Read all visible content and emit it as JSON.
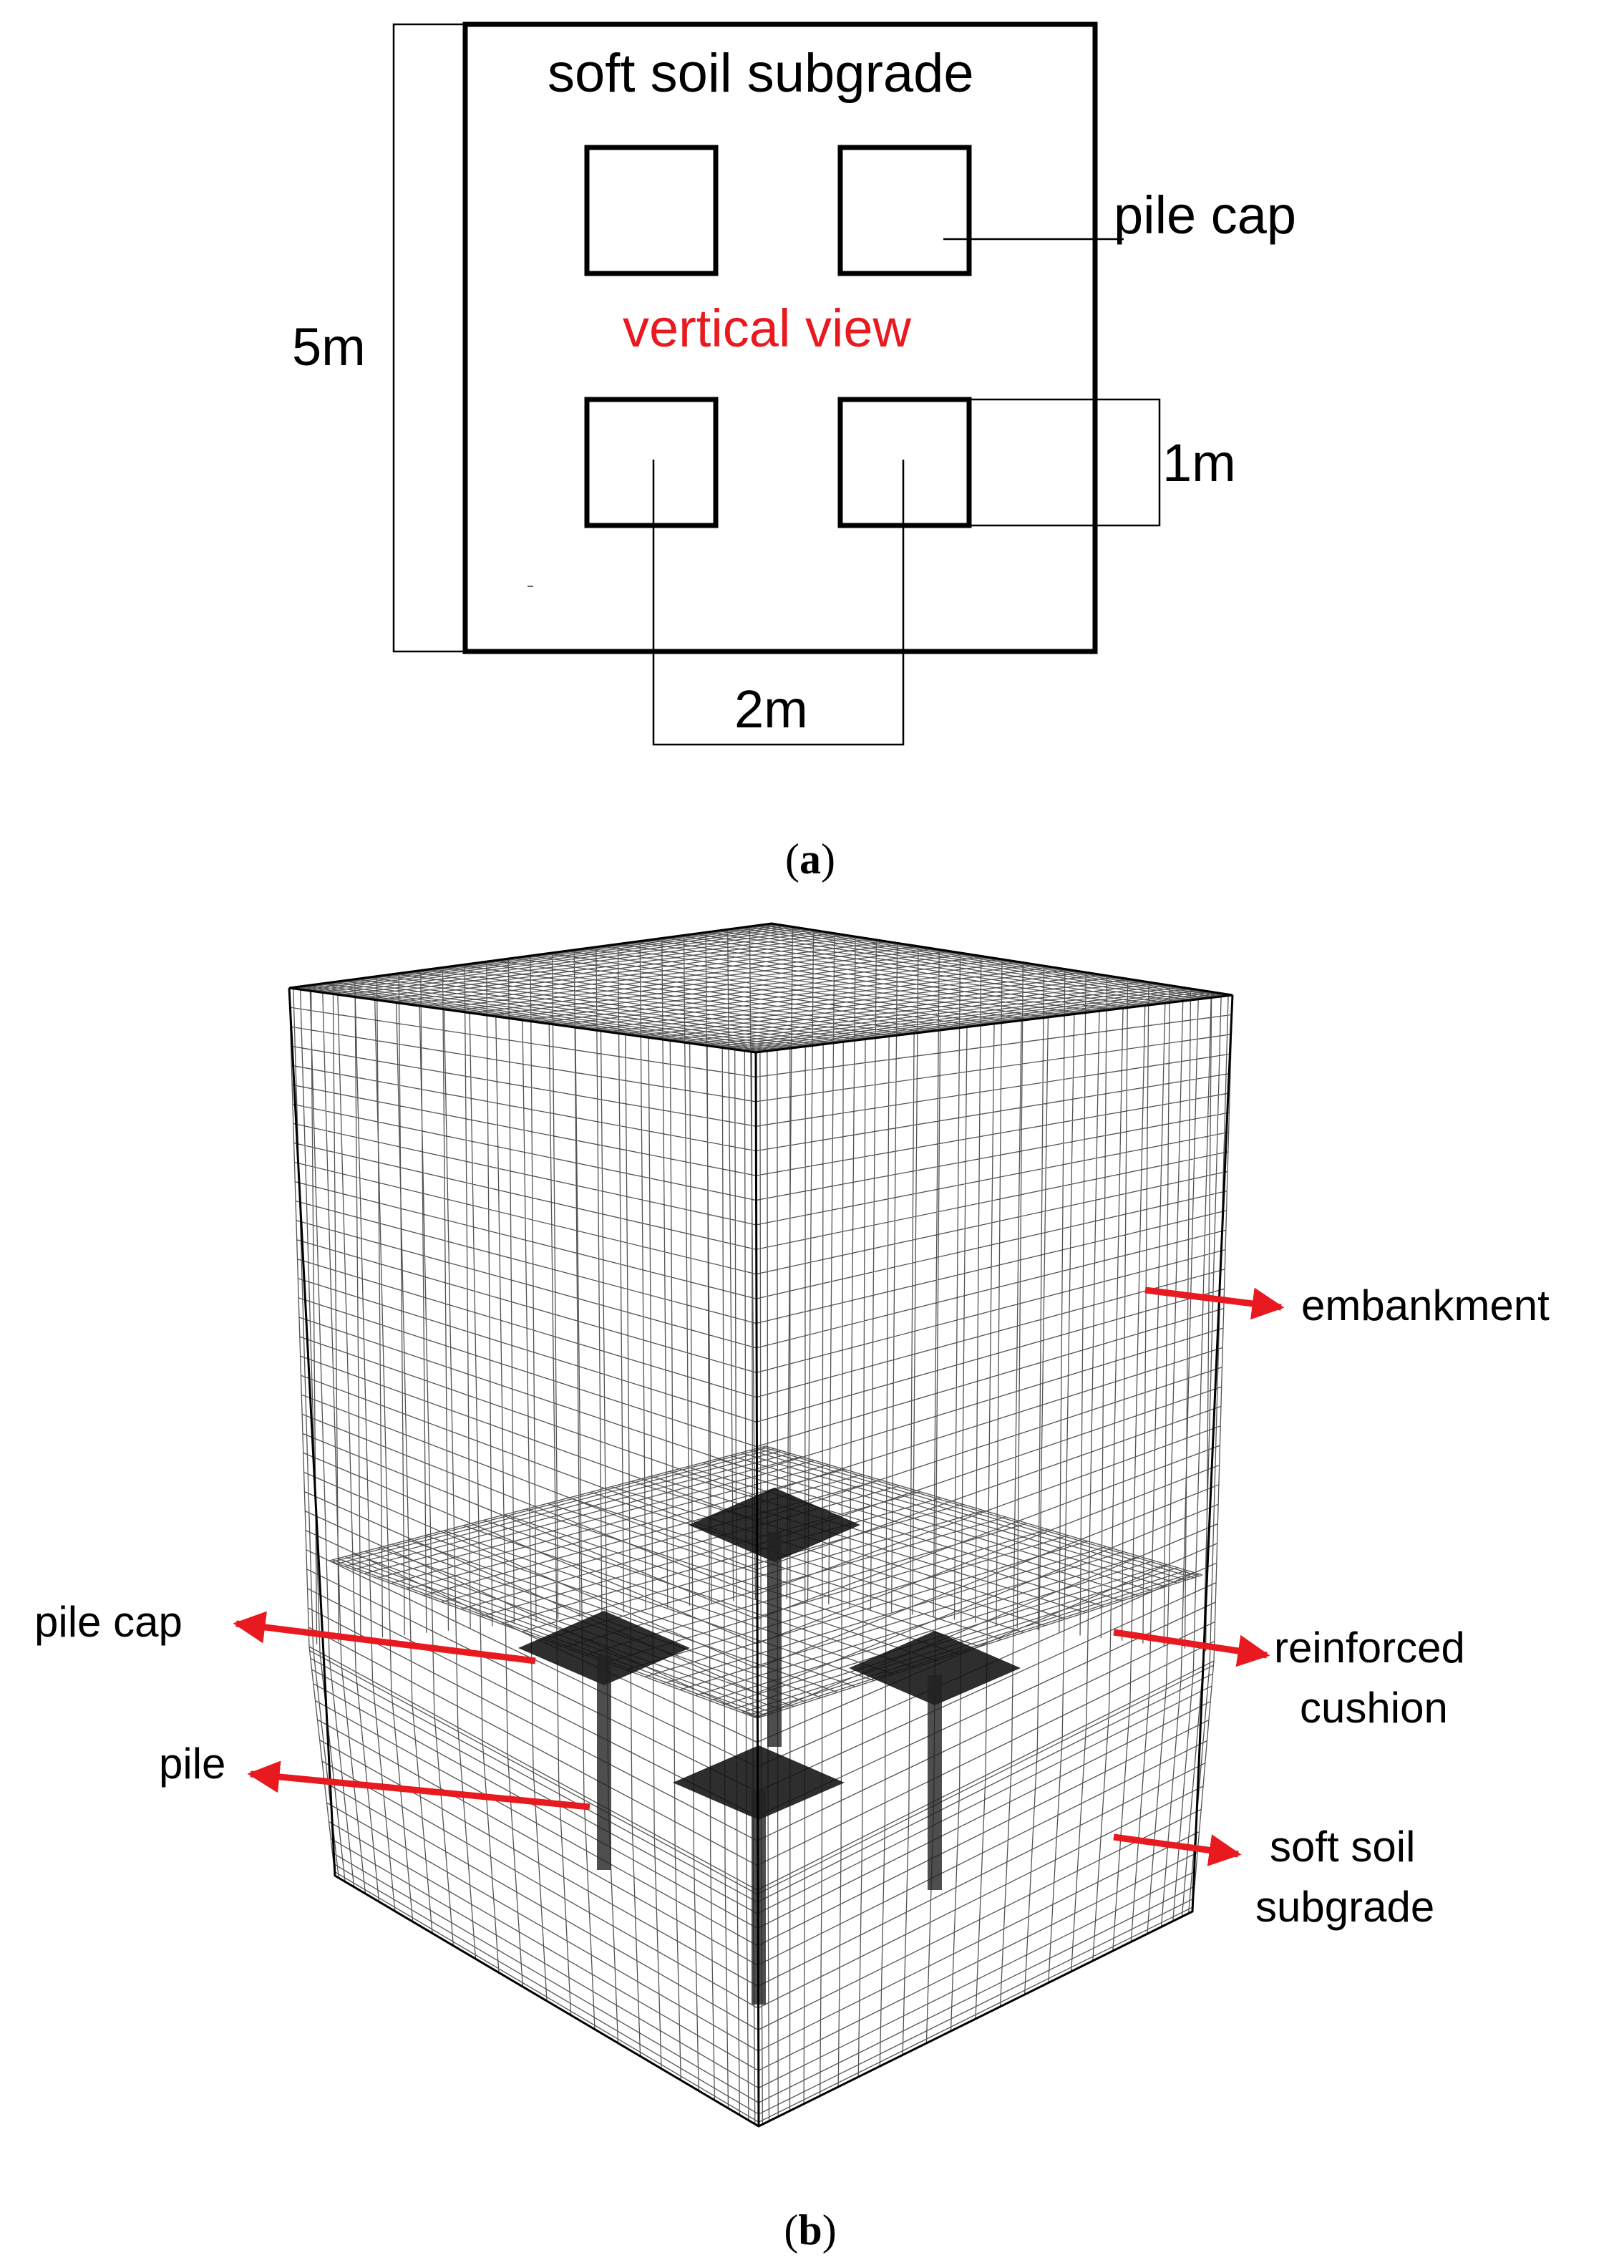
{
  "panel_a": {
    "title": "soft soil subgrade",
    "center_label": "vertical view",
    "pile_cap_label": "pile cap",
    "dim_overall": "5m",
    "dim_cap": "1m",
    "dim_spacing": "2m",
    "caption_open": "(",
    "caption_letter": "a",
    "caption_close": ")"
  },
  "panel_b": {
    "labels": {
      "embankment": "embankment",
      "pile_cap": "pile cap",
      "reinforced_1": "reinforced",
      "reinforced_2": "cushion",
      "pile": "pile",
      "soft_soil_1": "soft soil",
      "soft_soil_2": "subgrade"
    },
    "caption_open": "(",
    "caption_letter": "b",
    "caption_close": ")"
  },
  "colors": {
    "ink": "#000000",
    "accent_red": "#e8191f",
    "mesh": "#1a1a1a"
  }
}
